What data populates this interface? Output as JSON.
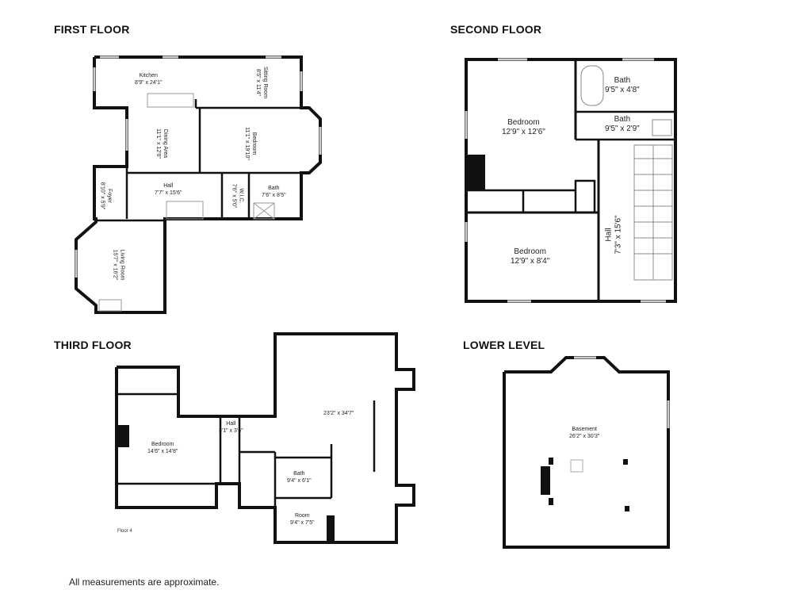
{
  "floors": {
    "first": {
      "title": "FIRST FLOOR",
      "rooms": {
        "kitchen": {
          "name": "Kitchen",
          "dims": "8'9\" x 24'1\""
        },
        "sitting_room": {
          "name": "Sitting Room",
          "dims": "8'5\" x 11'4\""
        },
        "dining_area": {
          "name": "Dining Area",
          "dims": "11'1\" x 12'0\""
        },
        "bedroom": {
          "name": "Bedroom",
          "dims": "11'1\" x 19'10\""
        },
        "hall": {
          "name": "Hall",
          "dims": "7'7\" x 15'6\""
        },
        "foyer": {
          "name": "Foyer",
          "dims": "8'10\" x 5'9\""
        },
        "wic": {
          "name": "W.I.C.",
          "dims": "7'6\" x 5'0\""
        },
        "bath": {
          "name": "Bath",
          "dims": "7'6\" x 8'5\""
        },
        "living_room": {
          "name": "Living Room",
          "dims": "15'7\" x 16'2\""
        }
      }
    },
    "second": {
      "title": "SECOND FLOOR",
      "rooms": {
        "bedroom1": {
          "name": "Bedroom",
          "dims": "12'9\" x 12'6\""
        },
        "bath1": {
          "name": "Bath",
          "dims": "9'5\" x 4'8\""
        },
        "bath2": {
          "name": "Bath",
          "dims": "9'5\" x 2'9\""
        },
        "bedroom2": {
          "name": "Bedroom",
          "dims": "12'9\" x 8'4\""
        },
        "hall": {
          "name": "Hall",
          "dims": "7'3\" x 15'6\""
        }
      }
    },
    "third": {
      "title": "THIRD FLOOR",
      "floor_label": "Floor 4",
      "rooms": {
        "bedroom": {
          "name": "Bedroom",
          "dims": "14'6\" x 14'8\""
        },
        "hall": {
          "name": "Hall",
          "dims": "3'1\" x 3'6\""
        },
        "open_room": {
          "name": "",
          "dims": "23'2\" x 34'7\""
        },
        "bath": {
          "name": "Bath",
          "dims": "9'4\" x 6'1\""
        },
        "room": {
          "name": "Room",
          "dims": "9'4\" x 7'5\""
        }
      }
    },
    "lower": {
      "title": "LOWER LEVEL",
      "rooms": {
        "basement": {
          "name": "Basement",
          "dims": "26'2\" x 30'3\""
        }
      }
    }
  },
  "footnote": "All measurements are approximate.",
  "colors": {
    "wall": "#111111",
    "window": "#cccccc",
    "background": "#ffffff"
  }
}
